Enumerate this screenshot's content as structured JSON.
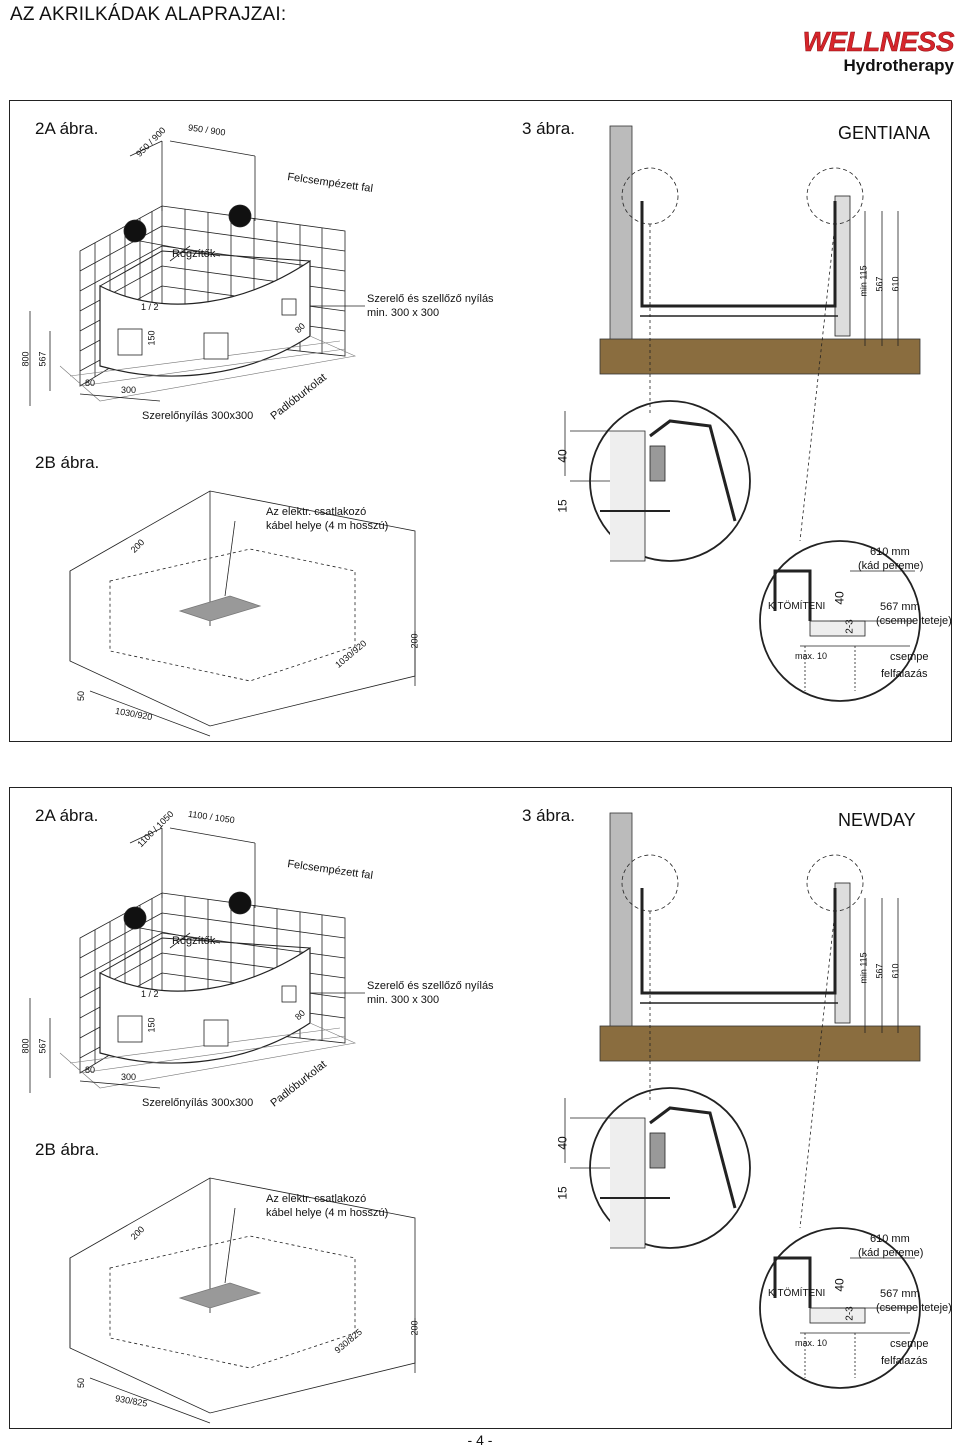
{
  "header": {
    "title": "AZ AKRILKÁDAK ALAPRAJZAI:",
    "brand": "WELLNESS",
    "brand_sub": "Hydrotherapy"
  },
  "panels": [
    {
      "model": "GENTIANA",
      "fig2a": "2A ábra.",
      "fig2b": "2B ábra.",
      "fig3": "3 ábra.",
      "dim_side": "950 / 900",
      "dim_back": "950 / 900",
      "wall": "Felcsempézett fal",
      "fixings": "Rögzítők",
      "half": "1 / 2",
      "d150": "150",
      "d80a": "80",
      "service_l1": "Szerelő és szellőző nyílás",
      "service_l2": "min. 300 x 300",
      "h800": "800",
      "h567": "567",
      "d80b": "80",
      "d300": "300",
      "access": "Szerelőnyílás 300x300",
      "floor": "Padlóburkolat",
      "d200a": "200",
      "cable_l1": "Az elektr. csatlakozó",
      "cable_l2": "kábel helye (4 m hosszú)",
      "d_in": "1030/920",
      "d200b": "200",
      "d50": "50",
      "d_out": "1030/920",
      "min115": "min 115",
      "s567": "567",
      "s610": "610",
      "d40": "40",
      "d15": "15",
      "d40b": "40",
      "rim_l1": "610 mm",
      "rim_l2": "(kád pereme)",
      "fill": "KITÖMÍTENI",
      "tile_l1": "567 mm",
      "tile_l2": "(csempe teteje)",
      "d23": "2-3",
      "max10": "max. 10",
      "tile": "csempe",
      "build": "felfalazás"
    },
    {
      "model": "NEWDAY",
      "fig2a": "2A ábra.",
      "fig2b": "2B ábra.",
      "fig3": "3 ábra.",
      "dim_side": "1100 / 1050",
      "dim_back": "1100 / 1050",
      "wall": "Felcsempézett fal",
      "fixings": "Rögzítők",
      "half": "1 / 2",
      "d150": "150",
      "d80a": "80",
      "service_l1": "Szerelő és szellőző nyílás",
      "service_l2": "min. 300 x 300",
      "h800": "800",
      "h567": "567",
      "d80b": "80",
      "d300": "300",
      "access": "Szerelőnyílás 300x300",
      "floor": "Padlóburkolat",
      "d200a": "200",
      "cable_l1": "Az elektr. csatlakozó",
      "cable_l2": "kábel helye (4 m hosszú)",
      "d_in": "930/825",
      "d200b": "200",
      "d50": "50",
      "d_out": "930/825",
      "min115": "min 115",
      "s567": "567",
      "s610": "610",
      "d40": "40",
      "d15": "15",
      "d40b": "40",
      "rim_l1": "610 mm",
      "rim_l2": "(kád pereme)",
      "fill": "KITÖMÍTENI",
      "tile_l1": "567 mm",
      "tile_l2": "(csempe teteje)",
      "d23": "2-3",
      "max10": "max. 10",
      "tile": "csempe",
      "build": "felfalazás"
    }
  ],
  "footer": {
    "page": "- 4 -"
  }
}
